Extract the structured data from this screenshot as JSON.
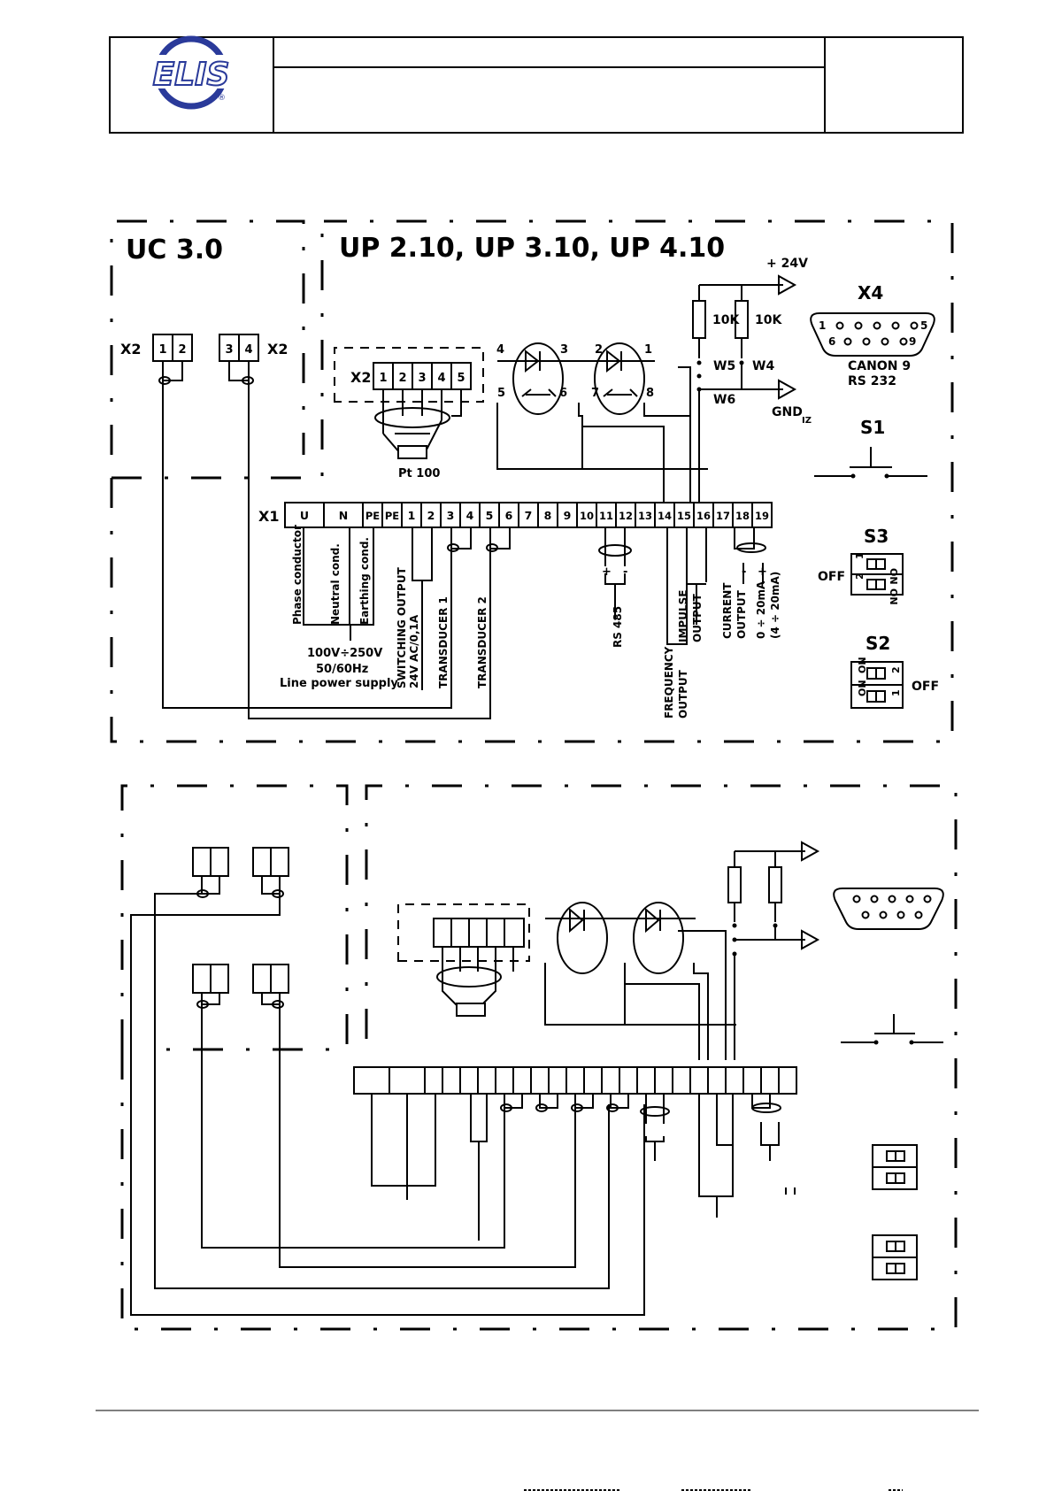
{
  "header": {
    "logo_text": "ELIS",
    "registered_mark": "®",
    "title_line1": "",
    "title_line2": "",
    "page_cell": ""
  },
  "diagram": {
    "uc_title": "UC 3.0",
    "up_title": "UP 2.10, UP 3.10, UP 4.10",
    "uc_x2_label_left": "X2",
    "uc_x2_label_right": "X2",
    "uc_x2_terms_left": [
      "1",
      "2"
    ],
    "uc_x2_terms_right": [
      "3",
      "4"
    ],
    "plus_24v": "+ 24V",
    "res_10k_a": "10K",
    "res_10k_b": "10K",
    "w5": "W5",
    "w4": "W4",
    "w6": "W6",
    "gnd": "GND",
    "gnd_sub": "IZ",
    "x4_label": "X4",
    "canon_pins_top": [
      "1",
      "5"
    ],
    "canon_pins_bottom": [
      "6",
      "9"
    ],
    "canon_label": "CANON 9",
    "rs232": "RS  232",
    "s1": "S1",
    "s3": "S3",
    "s2": "S2",
    "off_s3": "OFF",
    "off_s2": "OFF",
    "switch_on": "ON",
    "switch_num_1": "1",
    "switch_num_2": "2",
    "opto1_pins": [
      "4",
      "3",
      "5",
      "6"
    ],
    "opto2_pins": [
      "2",
      "1",
      "7",
      "8"
    ],
    "x2_label": "X2",
    "x2_terms": [
      "1",
      "2",
      "3",
      "4",
      "5"
    ],
    "pt100": "Pt 100",
    "x1_label": "X1",
    "x1_terms": [
      "U",
      "N",
      "PE",
      "PE",
      "1",
      "2",
      "3",
      "4",
      "5",
      "6",
      "7",
      "8",
      "9",
      "10",
      "11",
      "12",
      "13",
      "14",
      "15",
      "16",
      "17",
      "18",
      "19"
    ],
    "phase": "Phase conductor",
    "neutral": "Neutral cond.",
    "earthing": "Earthing cond.",
    "supply1": "100V÷250V",
    "supply2": "50/60Hz",
    "supply3": "Line power supply",
    "switching1": "SWITCHING OUTPUT",
    "switching2": "24V AC/0,1A",
    "transducer1": "TRANSDUCER 1",
    "transducer2": "TRANSDUCER 2",
    "rs485": "RS 485",
    "impulse1": "IMPULSE",
    "impulse2": "OUTPUT",
    "frequency1": "FREQUENCY",
    "frequency2": "OUTPUT",
    "current1": "CURRENT",
    "current2": "OUTPUT",
    "current3": "0 ÷ 20mA",
    "current4": "(4 ÷ 20mA)",
    "plus_sign": "+",
    "minus_sign": "-"
  }
}
